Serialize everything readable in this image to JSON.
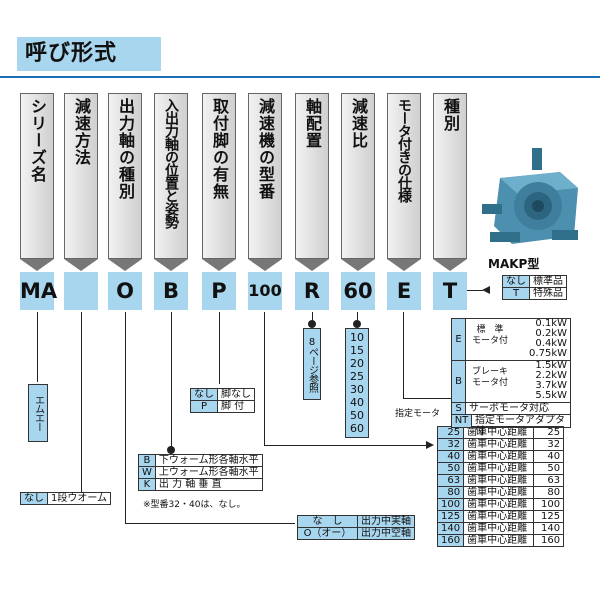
{
  "title": "呼び形式",
  "columns": [
    {
      "label": "シリーズ名",
      "code": "MA"
    },
    {
      "label": "減速方法",
      "code": ""
    },
    {
      "label": "出力軸の種別",
      "code": "O"
    },
    {
      "label": "入出力軸の位置と姿勢",
      "code": "B"
    },
    {
      "label": "取付脚の有無",
      "code": "P"
    },
    {
      "label": "減速機の型番",
      "code": "100"
    },
    {
      "label": "軸配置",
      "code": "R"
    },
    {
      "label": "減速比",
      "code": "60"
    },
    {
      "label": "モータ付きの仕様",
      "code": "E"
    },
    {
      "label": "種別",
      "code": "T"
    }
  ],
  "product_name": "MAKP型",
  "series_note": "エムエー",
  "reduction_method": {
    "key": "なし",
    "value": "1段ウオーム"
  },
  "output_shaft": [
    {
      "key": "な　し",
      "value": "出力中実軸"
    },
    {
      "key": "O（オー）",
      "value": "出力中空軸"
    }
  ],
  "position": [
    {
      "key": "B",
      "value": "下ウォーム形各軸水平"
    },
    {
      "key": "W",
      "value": "上ウォーム形各軸水平"
    },
    {
      "key": "K",
      "value": "出 力 軸 垂 直"
    }
  ],
  "position_note": "※型番32・40は、なし。",
  "foot": [
    {
      "key": "なし",
      "value": "脚なし"
    },
    {
      "key": "P",
      "value": "脚 付"
    }
  ],
  "shaft_arrangement_note": "8ページ参照",
  "ratios": [
    "10",
    "15",
    "20",
    "25",
    "30",
    "40",
    "50",
    "60"
  ],
  "kind": [
    {
      "key": "なし",
      "value": "標準品"
    },
    {
      "key": "T",
      "value": "特殊品"
    }
  ],
  "motor": {
    "E_label1": "標　準",
    "E_label2": "モータ付",
    "E_values": [
      "0.1kW",
      "0.2kW",
      "0.4kW",
      "0.75kW"
    ],
    "B_label1": "ブレーキ",
    "B_label2": "モータ付",
    "B_values": [
      "1.5kW",
      "2.2kW",
      "3.7kW",
      "5.5kW"
    ],
    "S_text": "サーボモータ対応",
    "NT_text": "指定モータアダプタ付",
    "side_label": "指定モータ"
  },
  "sizes": [
    {
      "key": "25",
      "label": "歯車中心距離",
      "value": "25"
    },
    {
      "key": "32",
      "label": "歯車中心距離",
      "value": "32"
    },
    {
      "key": "40",
      "label": "歯車中心距離",
      "value": "40"
    },
    {
      "key": "50",
      "label": "歯車中心距離",
      "value": "50"
    },
    {
      "key": "63",
      "label": "歯車中心距離",
      "value": "63"
    },
    {
      "key": "80",
      "label": "歯車中心距離",
      "value": "80"
    },
    {
      "key": "100",
      "label": "歯車中心距離",
      "value": "100"
    },
    {
      "key": "125",
      "label": "歯車中心距離",
      "value": "125"
    },
    {
      "key": "140",
      "label": "歯車中心距離",
      "value": "140"
    },
    {
      "key": "160",
      "label": "歯車中心距離",
      "value": "160"
    }
  ]
}
